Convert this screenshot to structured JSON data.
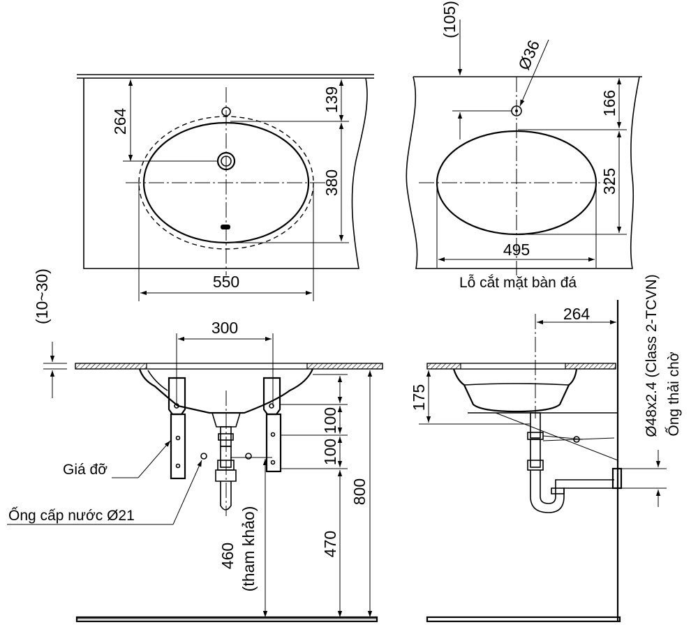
{
  "top_left_view": {
    "dim_264": "264",
    "dim_139": "139",
    "dim_380": "380",
    "dim_550": "550"
  },
  "top_right_view": {
    "dim_105": "(105)",
    "dim_36": "Ø36",
    "dim_166": "166",
    "dim_325": "325",
    "dim_495": "495",
    "caption": "Lỗ cắt mặt bàn đá"
  },
  "front_view": {
    "dim_10_30": "(10~30)",
    "dim_300": "300",
    "dim_100_a": "100",
    "dim_100_b": "100",
    "dim_800": "800",
    "dim_470": "470",
    "dim_460": "460",
    "dim_460_note": "(tham khảo)",
    "label_bracket": "Giá đỡ",
    "label_supply": "Ống cấp nước Ø21"
  },
  "side_view": {
    "dim_264": "264",
    "dim_175": "175",
    "label_pipe_spec": "Ø48x2.4 (Class 2-TCVN)",
    "label_drain": "Ống thải chờ"
  }
}
